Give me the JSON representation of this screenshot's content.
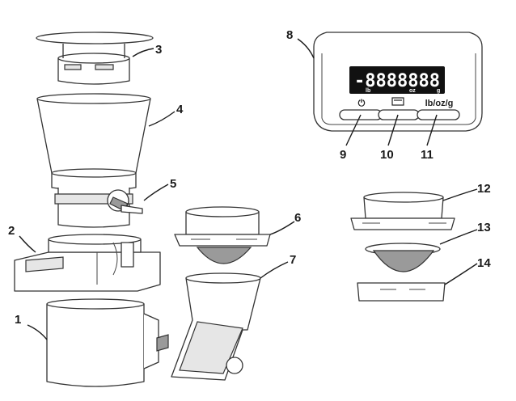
{
  "callouts": {
    "n1": "1",
    "n2": "2",
    "n3": "3",
    "n4": "4",
    "n5": "5",
    "n6": "6",
    "n7": "7",
    "n8": "8",
    "n9": "9",
    "n10": "10",
    "n11": "11",
    "n12": "12",
    "n13": "13",
    "n14": "14"
  },
  "display": {
    "digits": "-8888888",
    "unit_lb": "lb",
    "unit_oz": "oz",
    "unit_g": "g",
    "power_symbol": "⏻",
    "unit_button_label": "lb/oz/g"
  }
}
